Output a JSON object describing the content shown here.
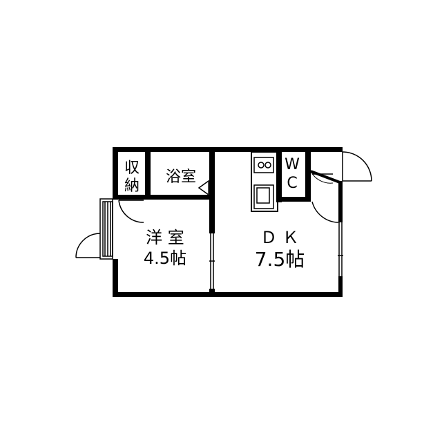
{
  "rooms": {
    "storage": {
      "line1": "収",
      "line2": "納"
    },
    "bathroom": {
      "label": "浴室"
    },
    "wc": {
      "line1": "W",
      "line2": "C"
    },
    "western_room": {
      "name": "洋 室",
      "size": "4.5帖"
    },
    "dining_kitchen": {
      "name": "Ｄ Ｋ",
      "size": "7.5帖"
    }
  },
  "colors": {
    "wall": "#000000",
    "line": "#000000",
    "background": "#ffffff"
  }
}
